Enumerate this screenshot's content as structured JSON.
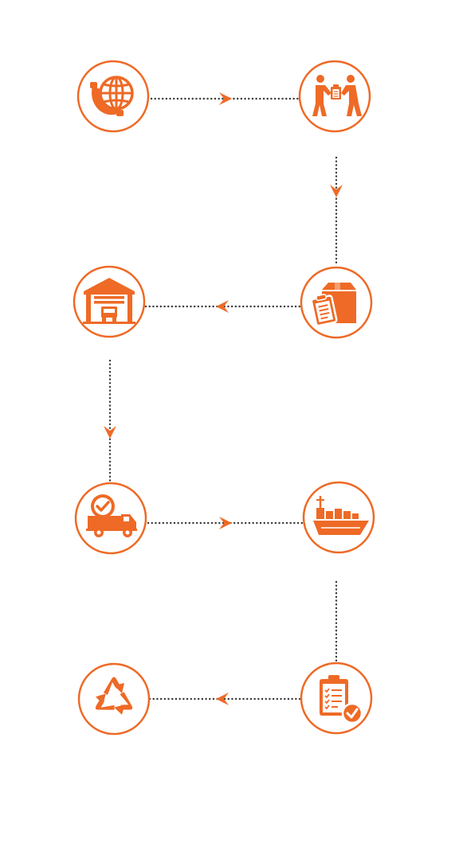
{
  "colors": {
    "accent": "#ee6a26",
    "connector": "#3a3a3a",
    "background": "#ffffff"
  },
  "steps": [
    {
      "id": 1,
      "icon": "phone-globe-icon"
    },
    {
      "id": 2,
      "icon": "handshake-deal-icon"
    },
    {
      "id": 3,
      "icon": "package-checklist-icon"
    },
    {
      "id": 4,
      "icon": "warehouse-truck-icon"
    },
    {
      "id": 5,
      "icon": "delivery-truck-check-icon"
    },
    {
      "id": 6,
      "icon": "cargo-ship-icon"
    },
    {
      "id": 7,
      "icon": "clipboard-check-icon"
    },
    {
      "id": 8,
      "icon": "recycle-icon"
    }
  ],
  "flow": [
    {
      "from": 1,
      "to": 2,
      "direction": "right"
    },
    {
      "from": 2,
      "to": 3,
      "direction": "down"
    },
    {
      "from": 3,
      "to": 4,
      "direction": "left"
    },
    {
      "from": 4,
      "to": 5,
      "direction": "down"
    },
    {
      "from": 5,
      "to": 6,
      "direction": "right"
    },
    {
      "from": 6,
      "to": 7,
      "direction": "down"
    },
    {
      "from": 7,
      "to": 8,
      "direction": "left"
    }
  ]
}
